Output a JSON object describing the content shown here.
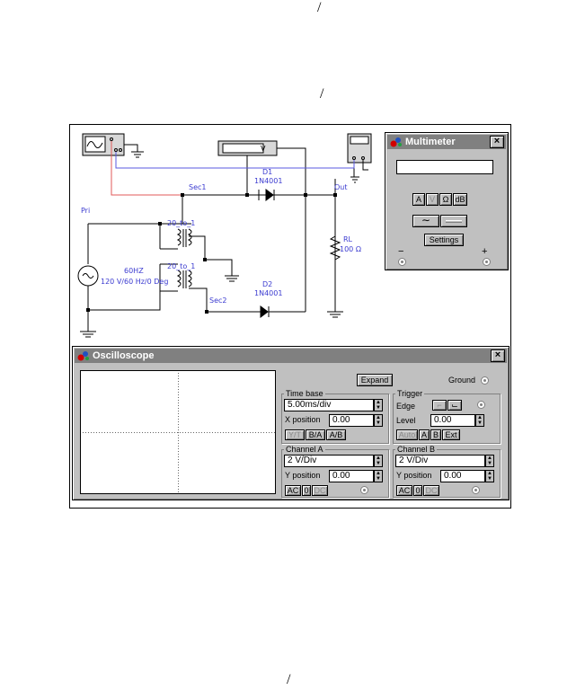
{
  "page_marks": [
    "/",
    "/",
    "/"
  ],
  "circuit": {
    "labels": {
      "pri": "Pri",
      "sec1": "Sec1",
      "sec2": "Sec2",
      "out": "Out",
      "d1_name": "D1",
      "d1_model": "1N4001",
      "d2_name": "D2",
      "d2_model": "1N4001",
      "xfmr_top": "20_to_1",
      "xfmr_bottom": "20_to_1",
      "rl_name": "RL",
      "rl_value": "100 Ω",
      "source_freq": "60HZ",
      "source_params": "120 V/60 Hz/0 Deg",
      "voltmeter_unit": "V"
    },
    "wire_colors": {
      "red": "#e05a5a",
      "blue": "#5a5ae0"
    }
  },
  "multimeter": {
    "title": "Multimeter",
    "close": "×",
    "display": "",
    "modes": [
      "A",
      "V",
      "Ω",
      "dB"
    ],
    "wave_ac": "∼",
    "settings": "Settings",
    "minus": "−",
    "plus": "+"
  },
  "oscilloscope": {
    "title": "Oscilloscope",
    "close": "×",
    "expand": "Expand",
    "ground": "Ground",
    "timebase": {
      "title": "Time base",
      "value": "5.00ms/div",
      "xpos_label": "X position",
      "xpos_value": "0.00",
      "modes": [
        "Y/T",
        "B/A",
        "A/B"
      ]
    },
    "trigger": {
      "title": "Trigger",
      "edge_label": "Edge",
      "edge_rise": "⌐",
      "edge_fall": "⌙",
      "level_label": "Level",
      "level_value": "0.00",
      "sources": [
        "Auto",
        "A",
        "B",
        "Ext"
      ]
    },
    "channel_a": {
      "title": "Channel A",
      "value": "2 V/Div",
      "ypos_label": "Y position",
      "ypos_value": "0.00",
      "coupling": [
        "AC",
        "0",
        "DC"
      ]
    },
    "channel_b": {
      "title": "Channel B",
      "value": "2 V/Div",
      "ypos_label": "Y position",
      "ypos_value": "0.00",
      "coupling": [
        "AC",
        "0",
        "DC"
      ]
    }
  }
}
